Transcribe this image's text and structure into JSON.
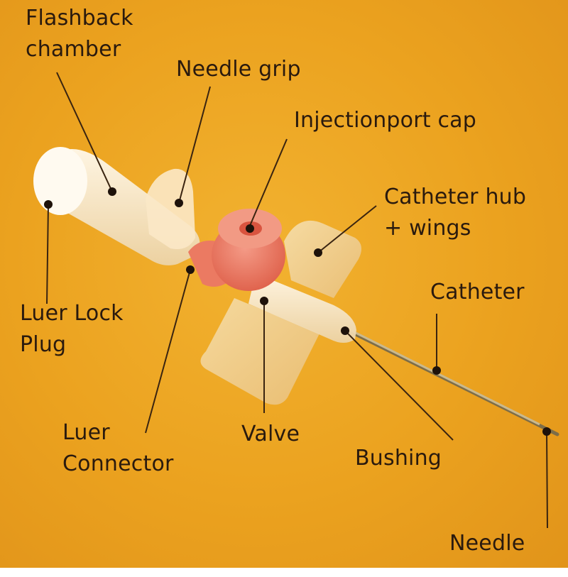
{
  "colors": {
    "background": "#eba21f",
    "label_text": "#2a1a0e",
    "leader_line": "#3a2410",
    "port_cap": "#ea7f6b",
    "plastic": "#f6e7c8",
    "wings": "#f2cf8e",
    "needle": "#8a7a55"
  },
  "labels": {
    "flashback": [
      "Flashback",
      "chamber"
    ],
    "needle_grip": [
      "Needle grip"
    ],
    "injection_cap": [
      "Injectionport cap"
    ],
    "catheter_hub": [
      "Catheter hub",
      "+ wings"
    ],
    "catheter": [
      "Catheter"
    ],
    "luer_lock": [
      "Luer Lock",
      "Plug"
    ],
    "luer_connector": [
      "Luer",
      "Connector"
    ],
    "valve": [
      "Valve"
    ],
    "bushing": [
      "Bushing"
    ],
    "needle": [
      "Needle"
    ]
  }
}
